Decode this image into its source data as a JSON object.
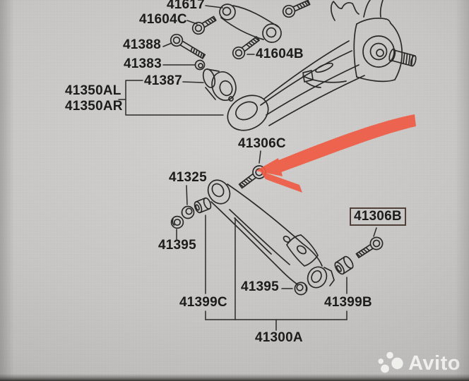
{
  "watermark": {
    "brand": "Avito",
    "logo_icon": "avito-dots-logo"
  },
  "highlight": {
    "color": "#ef5b44",
    "style": "marker-arrow",
    "target_part": "41306C",
    "boxed_part": "41306B"
  },
  "parts_diagram": {
    "labels": [
      {
        "text": "41617"
      },
      {
        "text": "41604C"
      },
      {
        "text": "41388"
      },
      {
        "text": "41383"
      },
      {
        "text": "41387"
      },
      {
        "text": "41350AL"
      },
      {
        "text": "41350AR"
      },
      {
        "text": "41604B"
      },
      {
        "text": "41306C"
      },
      {
        "text": "41325"
      },
      {
        "text": "41395"
      },
      {
        "text": "41399C"
      },
      {
        "text": "41395"
      },
      {
        "text": "41399B"
      },
      {
        "text": "41306B",
        "boxed": true
      },
      {
        "text": "41300A"
      }
    ]
  }
}
